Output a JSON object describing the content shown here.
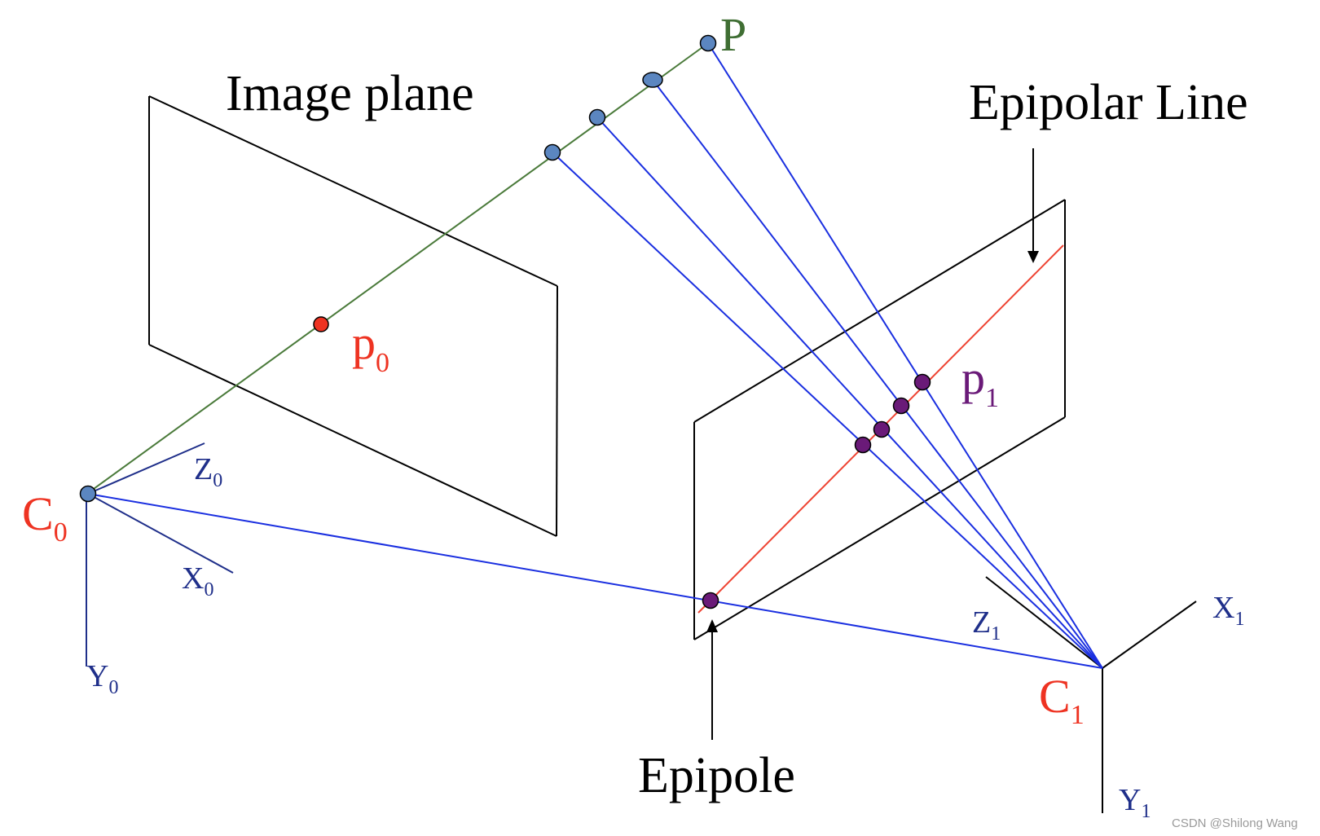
{
  "labels": {
    "image_plane": "Image plane",
    "epipolar_line": "Epipolar Line",
    "epipole": "Epipole",
    "point_P": "P",
    "p0": {
      "base": "p",
      "sub": "0"
    },
    "p1": {
      "base": "p",
      "sub": "1"
    },
    "C0": {
      "base": "C",
      "sub": "0"
    },
    "C1": {
      "base": "C",
      "sub": "1"
    },
    "Z0": {
      "base": "Z",
      "sub": "0"
    },
    "X0": {
      "base": "X",
      "sub": "0"
    },
    "Y0": {
      "base": "Y",
      "sub": "0"
    },
    "Z1": {
      "base": "Z",
      "sub": "1"
    },
    "X1": {
      "base": "X",
      "sub": "1"
    },
    "Y1": {
      "base": "Y",
      "sub": "1"
    }
  },
  "watermark": "CSDN @Shilong Wang",
  "colors": {
    "frame": "#000000",
    "ray_green": "#4a7a3a",
    "ray_blue": "#1a2fe0",
    "epipolar_red": "#ee4433",
    "point_blue": "#5b86c0",
    "point_purple": "#6a1a78",
    "point_red": "#ee3322",
    "label_red": "#ee3322",
    "label_green": "#3f6e33",
    "label_purple": "#6a1a78",
    "label_navy": "#1f2f8a"
  }
}
